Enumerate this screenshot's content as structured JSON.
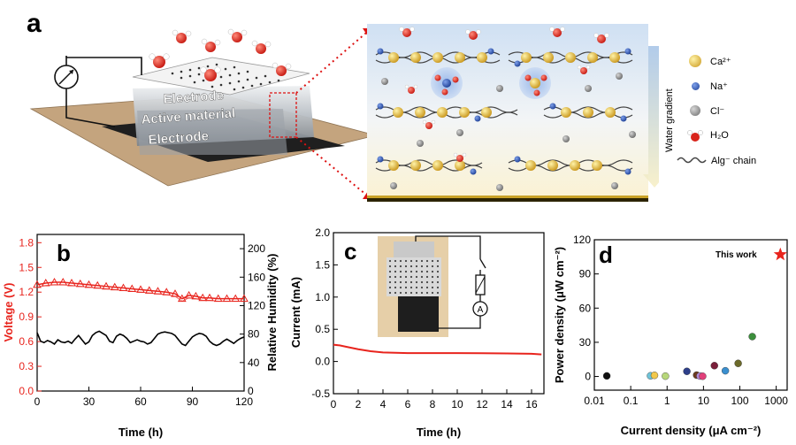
{
  "panels": {
    "a": "a",
    "b": "b",
    "c": "c",
    "d": "d"
  },
  "schematic": {
    "device_labels": [
      "Electrode",
      "Active material",
      "Electrode"
    ],
    "gradient_label": "Water gradient",
    "legend": [
      {
        "label": "Ca²⁺",
        "color": "#e9c23a",
        "kind": "sphere"
      },
      {
        "label": "Na⁺",
        "color": "#2f56b5",
        "kind": "sphere"
      },
      {
        "label": "Cl⁻",
        "color": "#8e8e8e",
        "kind": "sphere"
      },
      {
        "label": "H₂O",
        "color": "#e8302a",
        "kind": "water"
      },
      {
        "label": "Alg⁻ chain",
        "color": "#555555",
        "kind": "chain"
      }
    ]
  },
  "chart_data": [
    {
      "panel": "b",
      "type": "line",
      "xlabel": "Time (h)",
      "ylabel": "Voltage (V)",
      "ylabel_right": "Relative Humidity (%)",
      "xlim": [
        0,
        120
      ],
      "ylim": [
        0,
        1.9
      ],
      "ylim_right": [
        0,
        220
      ],
      "x_ticks": [
        0,
        30,
        60,
        90,
        120
      ],
      "y_ticks": [
        "0.0",
        "0.3",
        "0.6",
        "0.9",
        "1.2",
        "1.5",
        "1.8"
      ],
      "y_ticks_right": [
        "0",
        "40",
        "80",
        "120",
        "160",
        "200"
      ],
      "series": [
        {
          "axis": "left",
          "color": "#e8241d",
          "marker": "triangle",
          "x": [
            0,
            5,
            10,
            15,
            20,
            25,
            30,
            35,
            40,
            45,
            50,
            55,
            60,
            65,
            70,
            75,
            80,
            84,
            88,
            92,
            96,
            100,
            105,
            110,
            115,
            120
          ],
          "y": [
            1.29,
            1.31,
            1.32,
            1.32,
            1.31,
            1.3,
            1.29,
            1.28,
            1.27,
            1.26,
            1.25,
            1.24,
            1.23,
            1.22,
            1.21,
            1.2,
            1.18,
            1.12,
            1.16,
            1.15,
            1.13,
            1.13,
            1.12,
            1.12,
            1.12,
            1.12
          ]
        },
        {
          "axis": "right",
          "color": "#000000",
          "marker": "none",
          "x": [
            0,
            2,
            4,
            6,
            8,
            10,
            12,
            14,
            16,
            18,
            20,
            22,
            24,
            26,
            28,
            30,
            32,
            34,
            36,
            38,
            40,
            42,
            44,
            46,
            48,
            50,
            52,
            54,
            56,
            58,
            60,
            62,
            64,
            66,
            68,
            70,
            72,
            74,
            76,
            78,
            80,
            82,
            84,
            86,
            88,
            90,
            92,
            94,
            96,
            98,
            100,
            102,
            104,
            106,
            108,
            110,
            112,
            114,
            116,
            118,
            120
          ],
          "y": [
            82,
            70,
            68,
            71,
            69,
            66,
            72,
            69,
            68,
            70,
            67,
            73,
            78,
            72,
            66,
            69,
            78,
            82,
            84,
            81,
            78,
            70,
            68,
            77,
            80,
            78,
            74,
            68,
            70,
            72,
            70,
            69,
            66,
            68,
            74,
            80,
            82,
            83,
            82,
            81,
            78,
            72,
            66,
            64,
            70,
            76,
            79,
            81,
            80,
            77,
            70,
            66,
            64,
            66,
            70,
            73,
            70,
            67,
            71,
            74,
            76
          ]
        }
      ]
    },
    {
      "panel": "c",
      "type": "line",
      "xlabel": "Time (h)",
      "ylabel": "Current (mA)",
      "xlim": [
        0,
        17
      ],
      "ylim": [
        -0.5,
        2.0
      ],
      "x_ticks": [
        0,
        2,
        4,
        6,
        8,
        10,
        12,
        14,
        16
      ],
      "y_ticks": [
        "-0.5",
        "0.0",
        "0.5",
        "1.0",
        "1.5",
        "2.0"
      ],
      "series": [
        {
          "color": "#e8241d",
          "x": [
            0,
            0.5,
            1,
            2,
            3,
            4,
            5,
            6,
            8,
            10,
            12,
            14,
            16,
            16.8
          ],
          "y": [
            0.26,
            0.25,
            0.23,
            0.19,
            0.16,
            0.14,
            0.135,
            0.13,
            0.13,
            0.13,
            0.128,
            0.125,
            0.12,
            0.11
          ]
        }
      ]
    },
    {
      "panel": "d",
      "type": "scatter",
      "xlabel": "Current density (μA cm⁻²)",
      "ylabel": "Power density (μW cm⁻²)",
      "x_scale": "log",
      "xlim": [
        0.01,
        2000
      ],
      "ylim": [
        -12,
        120
      ],
      "x_ticks": [
        "0.01",
        "0.1",
        "1",
        "10",
        "100",
        "1000"
      ],
      "y_ticks": [
        "0",
        "30",
        "60",
        "90",
        "120"
      ],
      "annotation": "This work",
      "points": [
        {
          "x": 0.022,
          "y": 0.5,
          "color": "#111111"
        },
        {
          "x": 0.35,
          "y": 0.6,
          "color": "#6fc3d8"
        },
        {
          "x": 0.45,
          "y": 1.0,
          "color": "#f2c84b"
        },
        {
          "x": 0.9,
          "y": 0.3,
          "color": "#b7d77a"
        },
        {
          "x": 3.5,
          "y": 4.5,
          "color": "#2d3f8a"
        },
        {
          "x": 6.5,
          "y": 1.2,
          "color": "#6b3b1e"
        },
        {
          "x": 8.0,
          "y": 0.4,
          "color": "#b58ad9"
        },
        {
          "x": 9.5,
          "y": 0.2,
          "color": "#e1407a"
        },
        {
          "x": 20,
          "y": 9.5,
          "color": "#7a1f3a"
        },
        {
          "x": 40,
          "y": 5.0,
          "color": "#3a8fcf"
        },
        {
          "x": 90,
          "y": 11.5,
          "color": "#6c6a2a"
        },
        {
          "x": 220,
          "y": 35,
          "color": "#3c8f3c"
        },
        {
          "x": 1300,
          "y": 107,
          "color": "#e8241d",
          "marker": "star"
        }
      ]
    }
  ]
}
